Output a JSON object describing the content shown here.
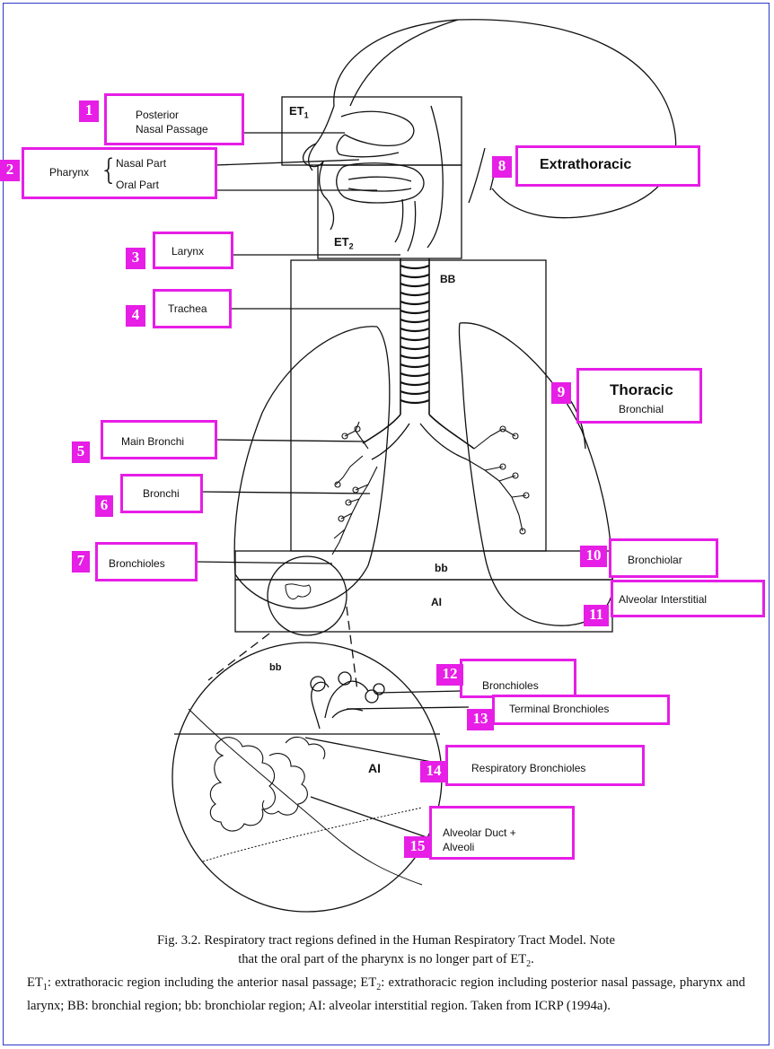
{
  "labels": [
    {
      "number": "1",
      "lines": [
        "Posterior",
        "Nasal Passage"
      ]
    },
    {
      "number": "2",
      "group": "Pharynx",
      "lines": [
        "Nasal Part",
        "Oral Part"
      ]
    },
    {
      "number": "3",
      "lines": [
        "Larynx"
      ]
    },
    {
      "number": "4",
      "lines": [
        "Trachea"
      ]
    },
    {
      "number": "5",
      "lines": [
        "Main Bronchi"
      ]
    },
    {
      "number": "6",
      "lines": [
        "Bronchi"
      ]
    },
    {
      "number": "7",
      "lines": [
        "Bronchioles"
      ]
    },
    {
      "number": "8",
      "lines": [
        "Extrathoracic"
      ]
    },
    {
      "number": "9",
      "lines": [
        "Thoracic",
        "Bronchial"
      ]
    },
    {
      "number": "10",
      "lines": [
        "Bronchiolar"
      ]
    },
    {
      "number": "11",
      "lines": [
        "Alveolar Interstitial"
      ]
    },
    {
      "number": "12",
      "lines": [
        "Bronchioles"
      ]
    },
    {
      "number": "13",
      "lines": [
        "Terminal Bronchioles"
      ]
    },
    {
      "number": "14",
      "lines": [
        "Respiratory Bronchioles"
      ]
    },
    {
      "number": "15",
      "lines": [
        "Alveolar Duct +",
        "Alveoli"
      ]
    }
  ],
  "regions": {
    "et1": "ET",
    "et1_sub": "1",
    "et2": "ET",
    "et2_sub": "2",
    "bb_upper": "BB",
    "bb_lower": "bb",
    "ai": "AI",
    "zoom_bb": "bb",
    "zoom_ai": "AI"
  },
  "caption": {
    "line1": "Fig. 3.2. Respiratory tract regions defined in the Human Respiratory Tract Model. Note",
    "line2_pre": "that the oral part of the pharynx is no longer part of ET",
    "line2_sub": "2",
    "line2_post": ".",
    "para_et1": "ET",
    "para_et1_sub": "1",
    "para_part1": ": extrathoracic region including the anterior nasal passage; ET",
    "para_et2_sub": "2",
    "para_part2": ": extrathoracic region including posterior nasal passage, pharynx and larynx; BB: bronchial region; bb: bronchiolar region; AI: alveolar interstitial region. Taken from ICRP (1994a)."
  },
  "colors": {
    "label_border": "#e61ee6",
    "number_fill": "#e61ee6",
    "frame": "#2b39c8",
    "ink": "#111111"
  }
}
